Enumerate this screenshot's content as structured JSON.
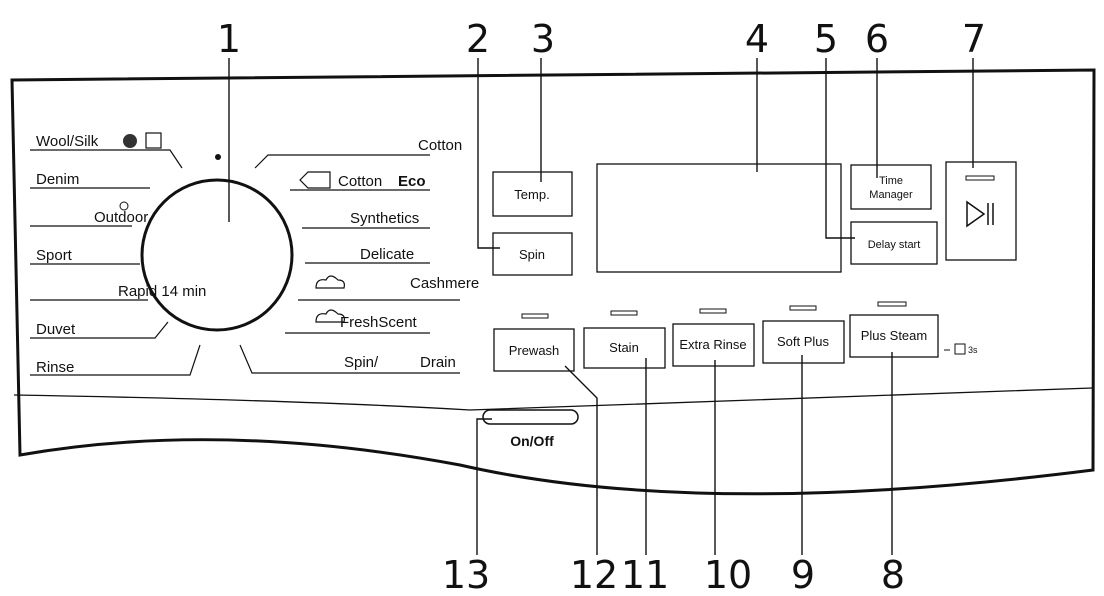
{
  "callouts": [
    "1",
    "2",
    "3",
    "4",
    "5",
    "6",
    "7",
    "8",
    "9",
    "10",
    "11",
    "12",
    "13"
  ],
  "programmes": {
    "left": [
      "Wool/Silk",
      "Denim",
      "Outdoor",
      "Sport",
      "Rapid 14 min",
      "Duvet",
      "Rinse"
    ],
    "right": [
      "Cotton",
      "Cotton",
      "Eco",
      "Synthetics",
      "Delicate",
      "Cashmere",
      "FreshScent",
      "Spin/",
      "Drain"
    ]
  },
  "buttons": {
    "temp": "Temp.",
    "spin": "Spin",
    "time_manager_1": "Time",
    "time_manager_2": "Manager",
    "delay_start": "Delay start",
    "prewash": "Prewash",
    "stain": "Stain",
    "extra_rinse": "Extra Rinse",
    "soft_plus": "Soft Plus",
    "plus_steam": "Plus Steam",
    "lock_hint": "3s",
    "on_off": "On/Off"
  },
  "icons": {
    "start_pause": "start-pause-icon",
    "wool": "wool-ball-icon",
    "handwash": "handwash-icon",
    "cotton_eco": "eco-tag-icon",
    "outdoor": "outdoor-icon",
    "cashmere": "cloud-steam-icon",
    "freshscent": "cloud-steam-icon",
    "child_lock": "child-lock-icon"
  }
}
